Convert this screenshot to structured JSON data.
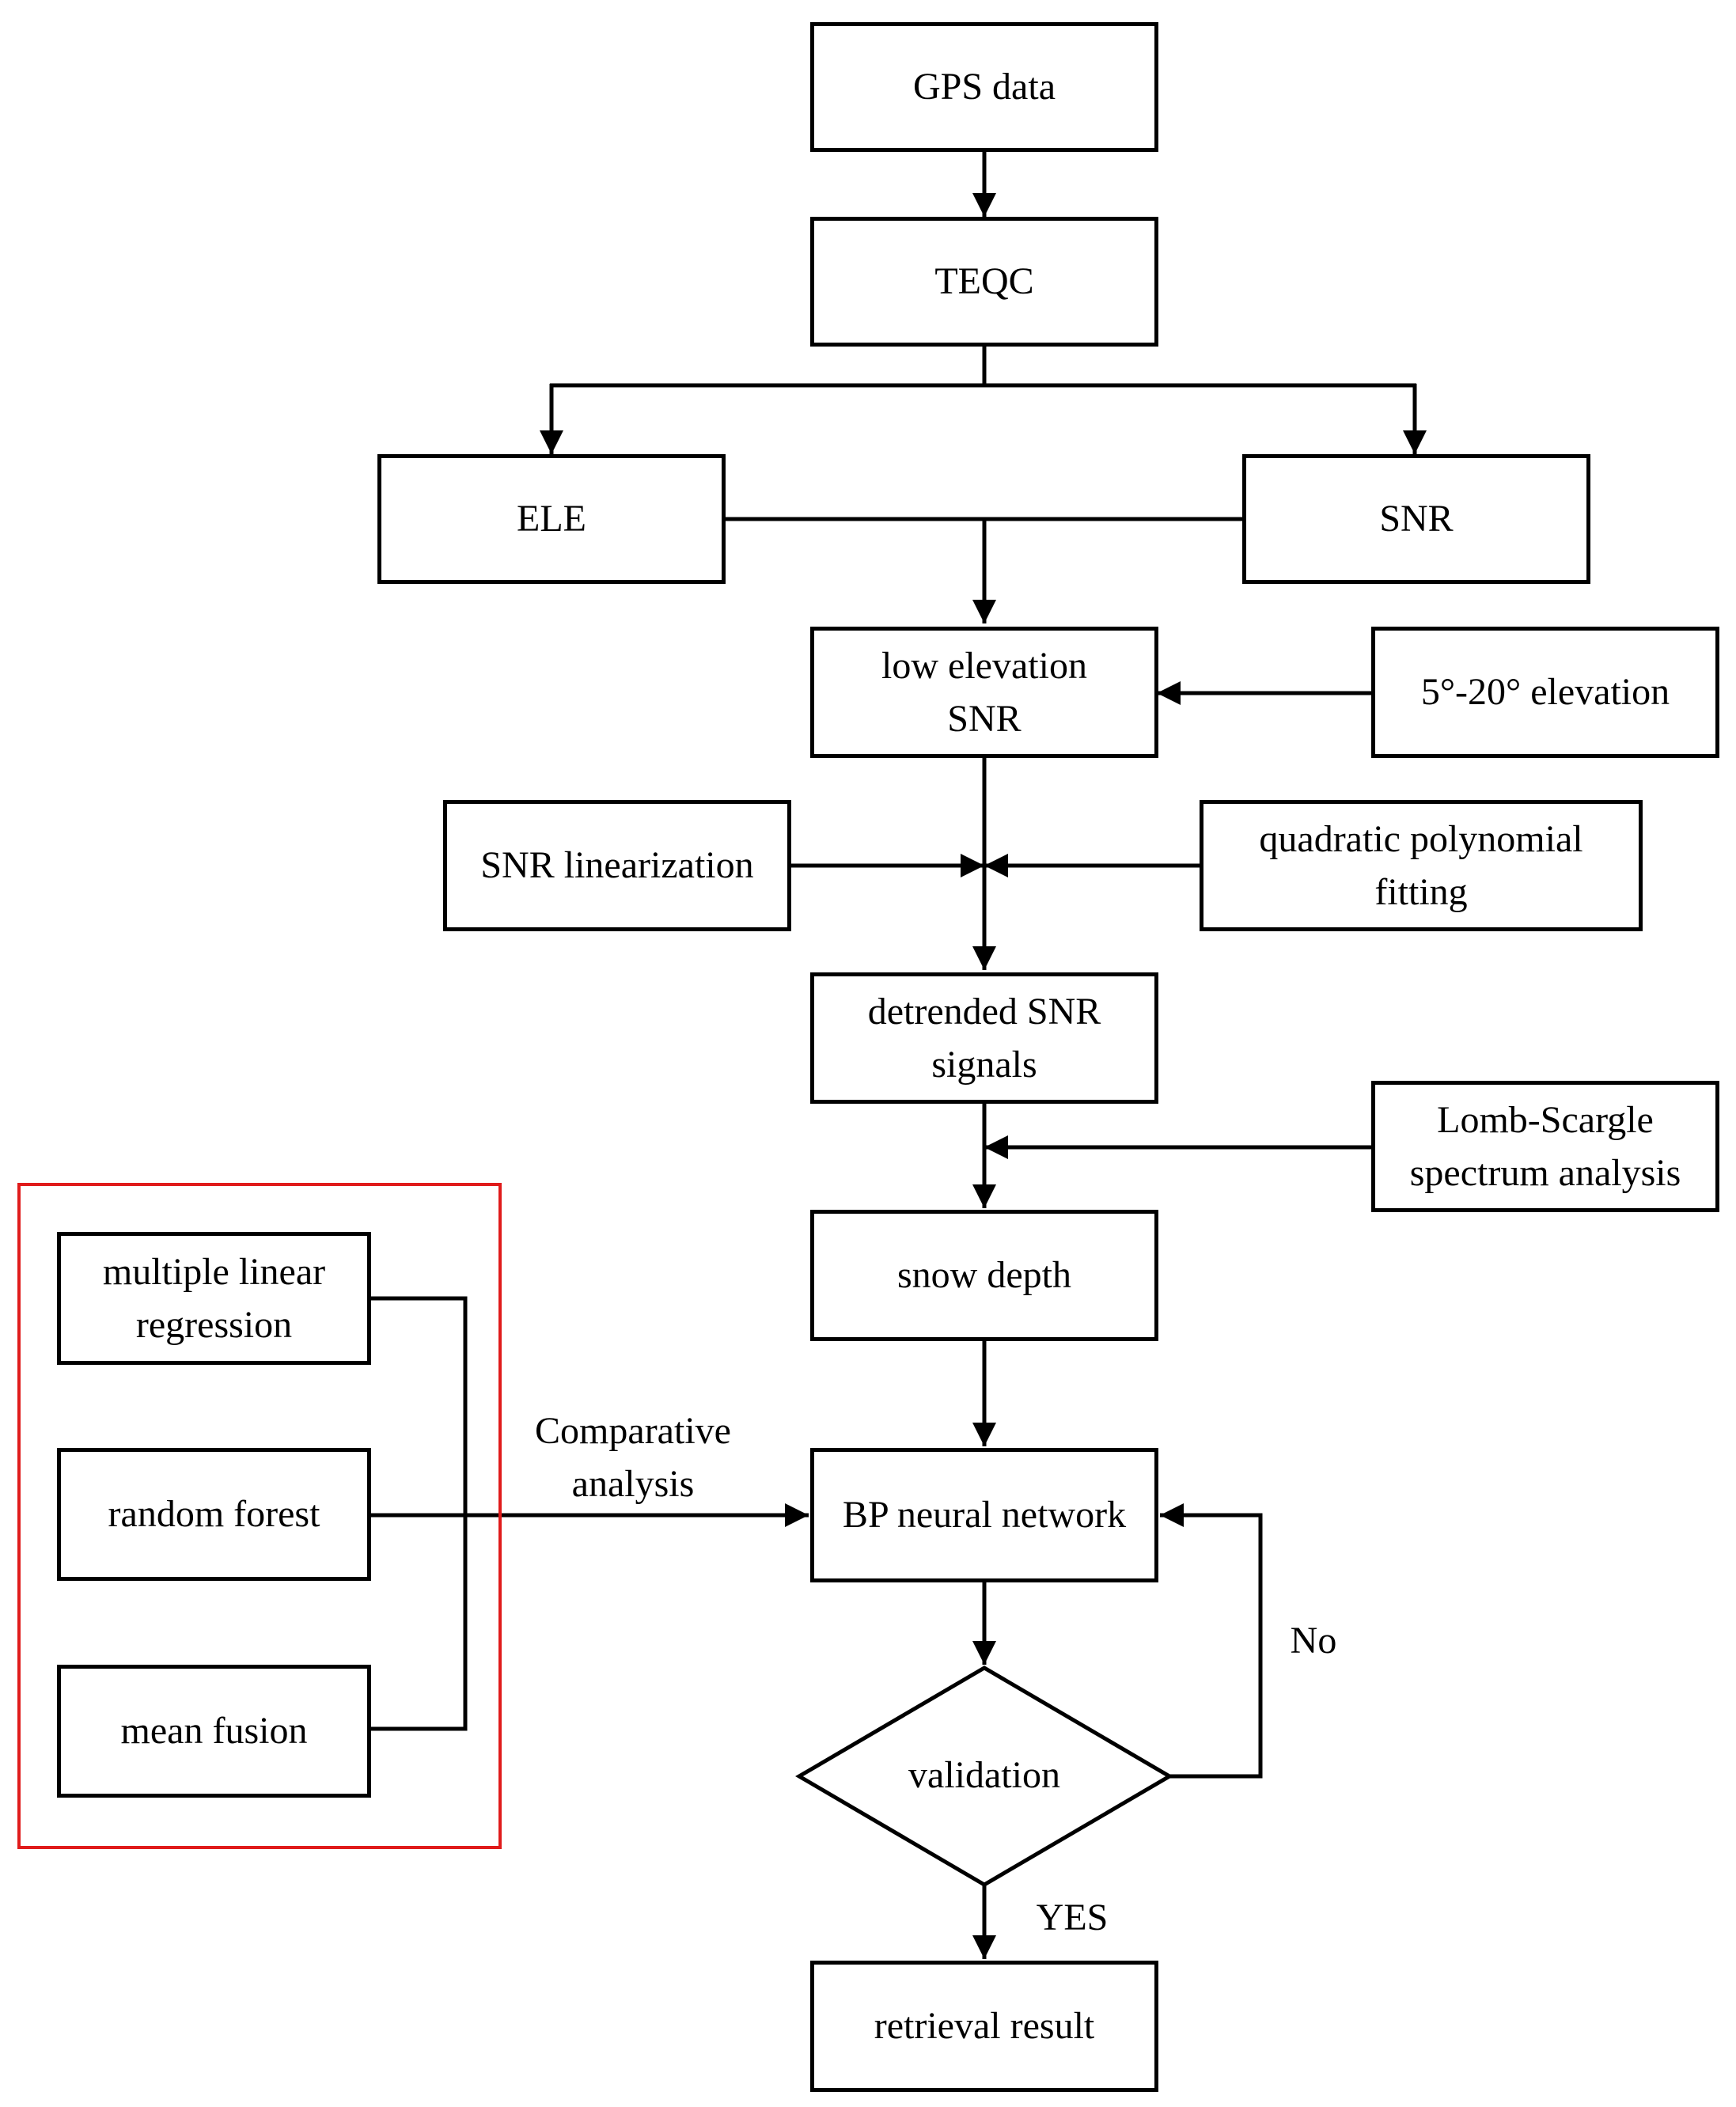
{
  "nodes": {
    "gps_data": "GPS data",
    "teqc": "TEQC",
    "ele": "ELE",
    "snr": "SNR",
    "low_elevation_snr": "low elevation\nSNR",
    "elevation_range": "5°-20° elevation",
    "snr_linearization": "SNR linearization",
    "quadratic_fitting": "quadratic polynomial\nfitting",
    "detrended_snr": "detrended SNR\nsignals",
    "lomb_scargle": "Lomb-Scargle\nspectrum analysis",
    "snow_depth": "snow depth",
    "bp_network": "BP neural network",
    "validation": "validation",
    "retrieval_result": "retrieval result",
    "multiple_linear_regression": "multiple linear\nregression",
    "random_forest": "random forest",
    "mean_fusion": "mean fusion"
  },
  "edge_labels": {
    "comparative_analysis": "Comparative\nanalysis",
    "no": "No",
    "yes": "YES"
  },
  "colors": {
    "stroke": "#000000",
    "highlight_frame": "#e01b1b"
  }
}
